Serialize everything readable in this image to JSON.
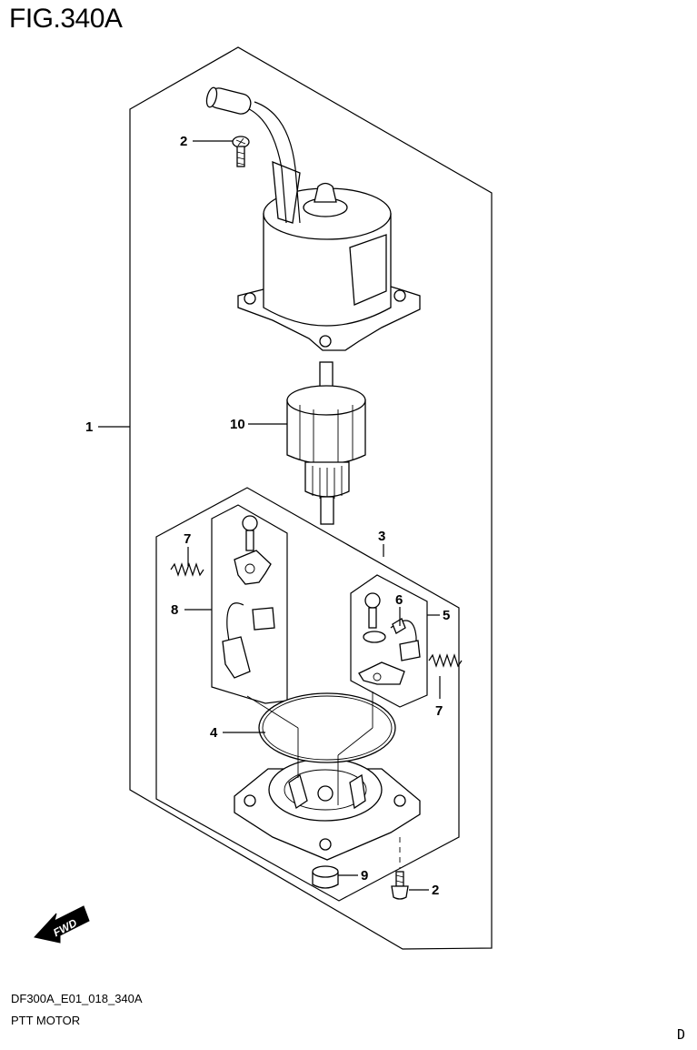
{
  "figure_title": "FIG.340A",
  "diagram_code": "DF300A_E01_018_340A",
  "diagram_name": "PTT MOTOR",
  "corner_mark": "D",
  "fwd_arrow_text": "FWD",
  "callouts": {
    "c1": "1",
    "c2_top": "2",
    "c2_bottom": "2",
    "c3": "3",
    "c4": "4",
    "c5": "5",
    "c6": "6",
    "c7_left": "7",
    "c7_right": "7",
    "c8": "8",
    "c9": "9",
    "c10": "10"
  }
}
